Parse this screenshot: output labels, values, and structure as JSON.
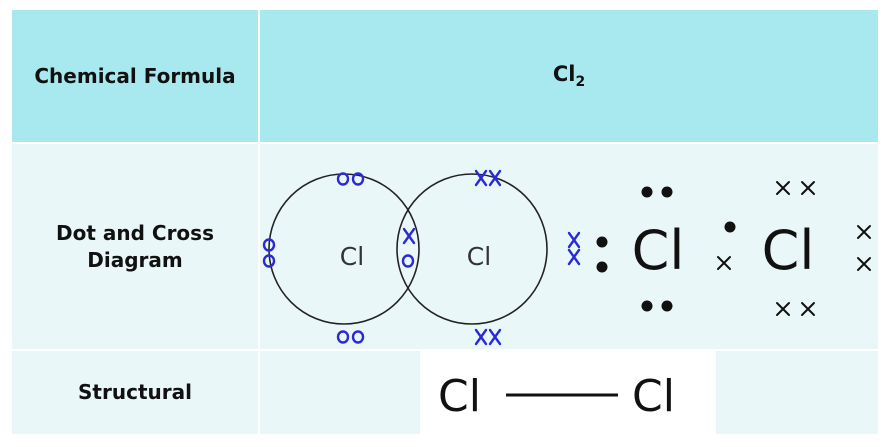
{
  "table": {
    "header": {
      "label": "Chemical Formula",
      "formula_symbol": "Cl",
      "formula_subscript": "2"
    },
    "dot_cross": {
      "label_line1": "Dot and Cross",
      "label_line2": "Diagram",
      "venn_atom_left": "Cl",
      "venn_atom_right": "Cl",
      "lewis_atom_left": "Cl",
      "lewis_atom_right": "Cl",
      "electron_dot_symbol": "o",
      "electron_cross_symbol": "X"
    },
    "structural": {
      "label": "Structural",
      "atom_left": "Cl",
      "atom_right": "Cl"
    }
  },
  "colors": {
    "header_bg": "#a8e9ef",
    "body_bg": "#eaf7f8",
    "electron_blue": "#2a2ad6"
  }
}
